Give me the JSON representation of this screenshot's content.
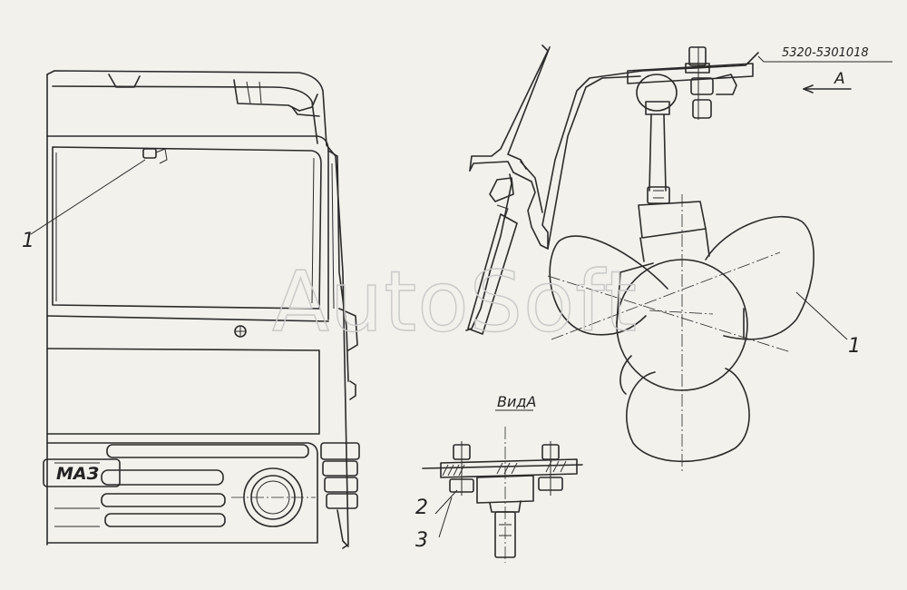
{
  "drawing": {
    "watermark": "AutoSoft",
    "part_number": "5320-5301018",
    "view_arrow_label": "A",
    "view_title": "ВидА",
    "cab_logo": "МАЗ",
    "callouts": {
      "cab_item": "1",
      "fan_item": "1",
      "washer_item": "2",
      "nut_item": "3"
    }
  }
}
